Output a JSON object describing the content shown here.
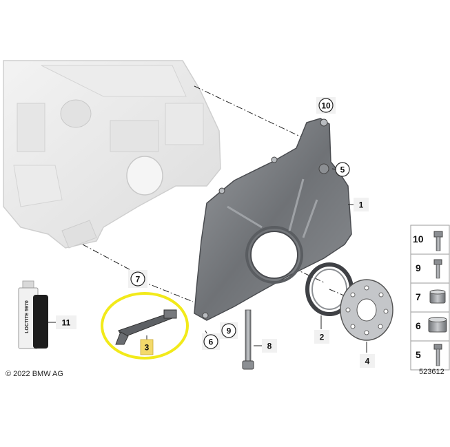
{
  "callouts": {
    "c10": "10",
    "c5": "5",
    "c1": "1",
    "c7": "7",
    "c11": "11",
    "c3": "3",
    "c6": "6",
    "c9": "9",
    "c8": "8",
    "c2": "2",
    "c4": "4"
  },
  "legend": [
    "10",
    "9",
    "7",
    "6",
    "5"
  ],
  "product_label": "LOCTITE 5970",
  "copyright": "© 2022 BMW AG",
  "diagram_ref": "523612",
  "colors": {
    "highlight_ring": "#f2ea1a",
    "highlight_badge": "#f3d96a",
    "cover_dark": "#777a7e",
    "block_light": "#e8e8e8"
  }
}
